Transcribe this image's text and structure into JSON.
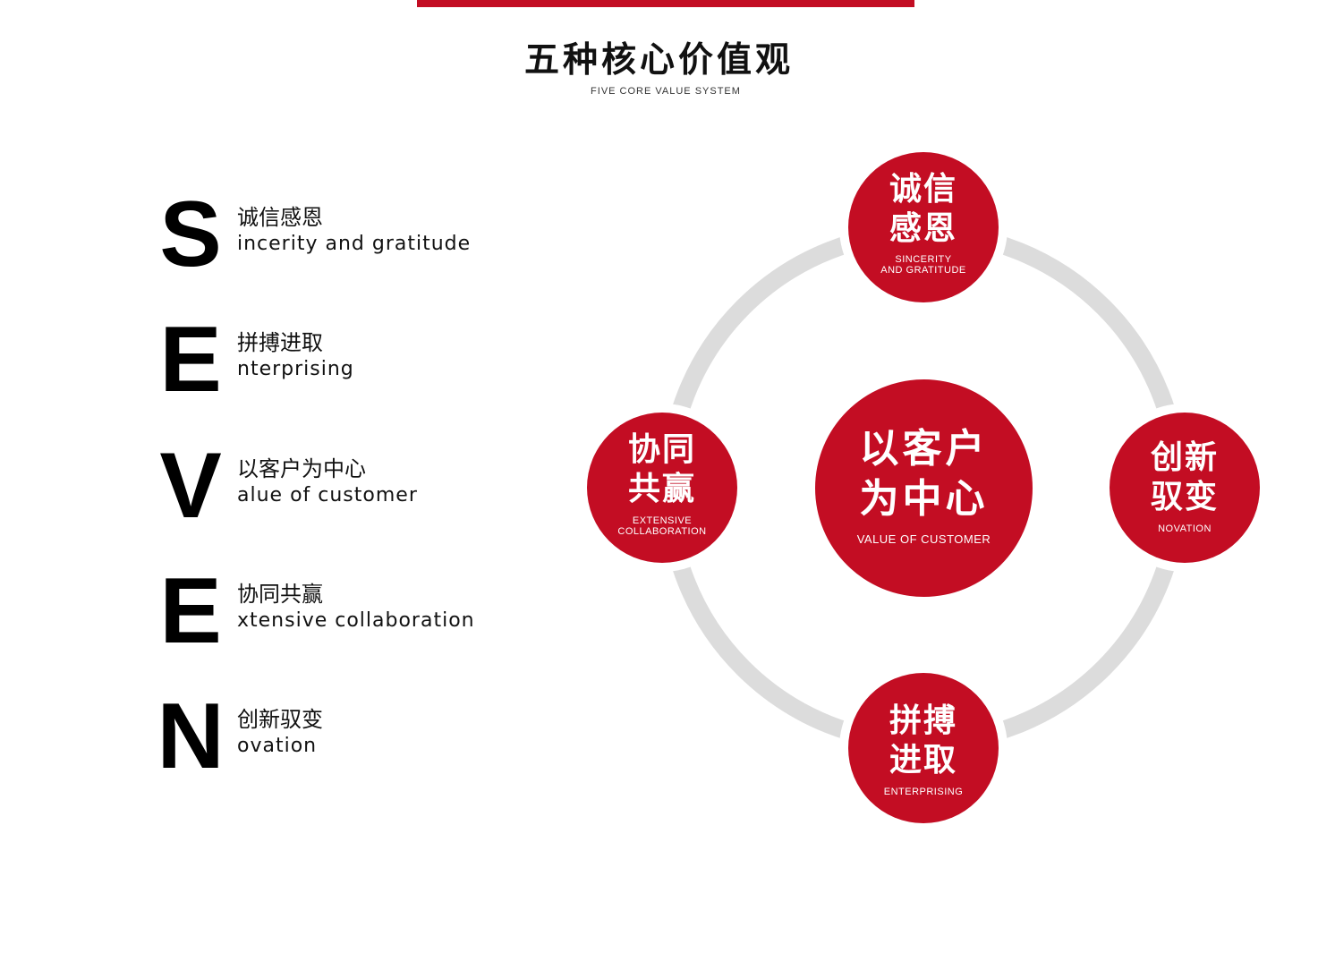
{
  "colors": {
    "accent": "#c30d23",
    "ring": "#dcdcdc",
    "text": "#111111"
  },
  "header": {
    "title": "五种核心价值观",
    "subtitle": "FIVE CORE VALUE SYSTEM"
  },
  "seven": [
    {
      "letter": "S",
      "cn": "诚信感恩",
      "en": "incerity and gratitude"
    },
    {
      "letter": "E",
      "cn": "拼搏进取",
      "en": "nterprising"
    },
    {
      "letter": "V",
      "cn": "以客户为中心",
      "en": "alue of customer"
    },
    {
      "letter": "E",
      "cn": "协同共赢",
      "en": "xtensive collaboration"
    },
    {
      "letter": "N",
      "cn": "创新驭变",
      "en": "ovation"
    }
  ],
  "diagram": {
    "center": {
      "cn_line1": "以客户",
      "cn_line2": "为中心",
      "en": "VALUE OF CUSTOMER"
    },
    "top": {
      "cn_line1": "诚信",
      "cn_line2": "感恩",
      "en": "SINCERITY\nAND GRATITUDE"
    },
    "right": {
      "cn_line1": "创新",
      "cn_line2": "驭变",
      "en": "NOVATION"
    },
    "bottom": {
      "cn_line1": "拼搏",
      "cn_line2": "进取",
      "en": "ENTERPRISING"
    },
    "left": {
      "cn_line1": "协同",
      "cn_line2": "共赢",
      "en": "EXTENSIVE\nCOLLABORATION"
    }
  }
}
